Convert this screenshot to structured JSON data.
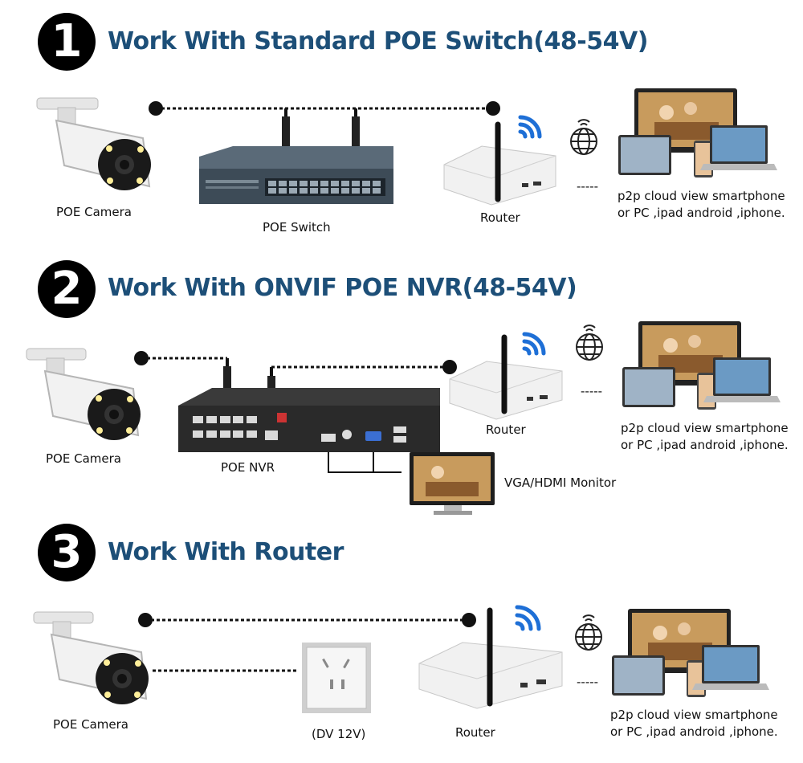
{
  "sections": [
    {
      "number": "1",
      "title": "Work With Standard POE Switch(48-54V)",
      "camera_label": "POE Camera",
      "hub_label": "POE Switch",
      "router_label": "Router",
      "dashes": "-----",
      "cloud_line1": "p2p cloud view smartphone",
      "cloud_line2": "or PC ,ipad android ,iphone."
    },
    {
      "number": "2",
      "title": "Work With ONVIF POE NVR(48-54V)",
      "camera_label": "POE Camera",
      "hub_label": "POE NVR",
      "router_label": "Router",
      "monitor_label": "VGA/HDMI Monitor",
      "dashes": "-----",
      "cloud_line1": "p2p cloud view smartphone",
      "cloud_line2": "or PC ,ipad android ,iphone."
    },
    {
      "number": "3",
      "title": "Work With Router",
      "camera_label": "POE Camera",
      "outlet_label": "(DV 12V)",
      "router_label": "Router",
      "dashes": "-----",
      "cloud_line1": "p2p cloud view smartphone",
      "cloud_line2": "or PC ,ipad android ,iphone."
    }
  ],
  "icons": [
    "bullet-camera-icon",
    "poe-switch-icon",
    "wifi-router-icon",
    "wifi-signal-icon",
    "globe-icon",
    "devices-icon",
    "nvr-icon",
    "monitor-icon",
    "power-outlet-icon"
  ],
  "colors": {
    "heading": "#1d4f78",
    "badge": "#000000"
  }
}
